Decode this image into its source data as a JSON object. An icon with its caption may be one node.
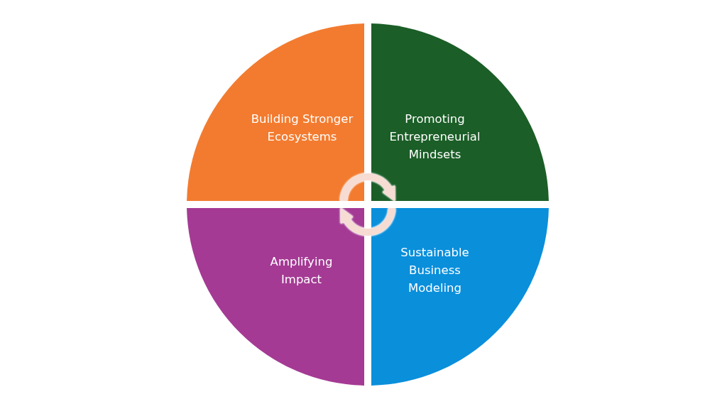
{
  "diagram": {
    "nodes": [
      {
        "text": [
          "Building Stronger Ecosystems"
        ]
      },
      {
        "text": [
          "Promoting Entrepreneurial Mindsets"
        ]
      },
      {
        "text": [
          "Amplifying Impact"
        ]
      },
      {
        "text": [
          "Sustainable Business Modeling"
        ]
      }
    ],
    "edges": [
      {
        "from": 0,
        "to": 1,
        "arrow": "to"
      },
      {
        "from": 3,
        "to": 2,
        "arrow": "to"
      }
    ]
  }
}
